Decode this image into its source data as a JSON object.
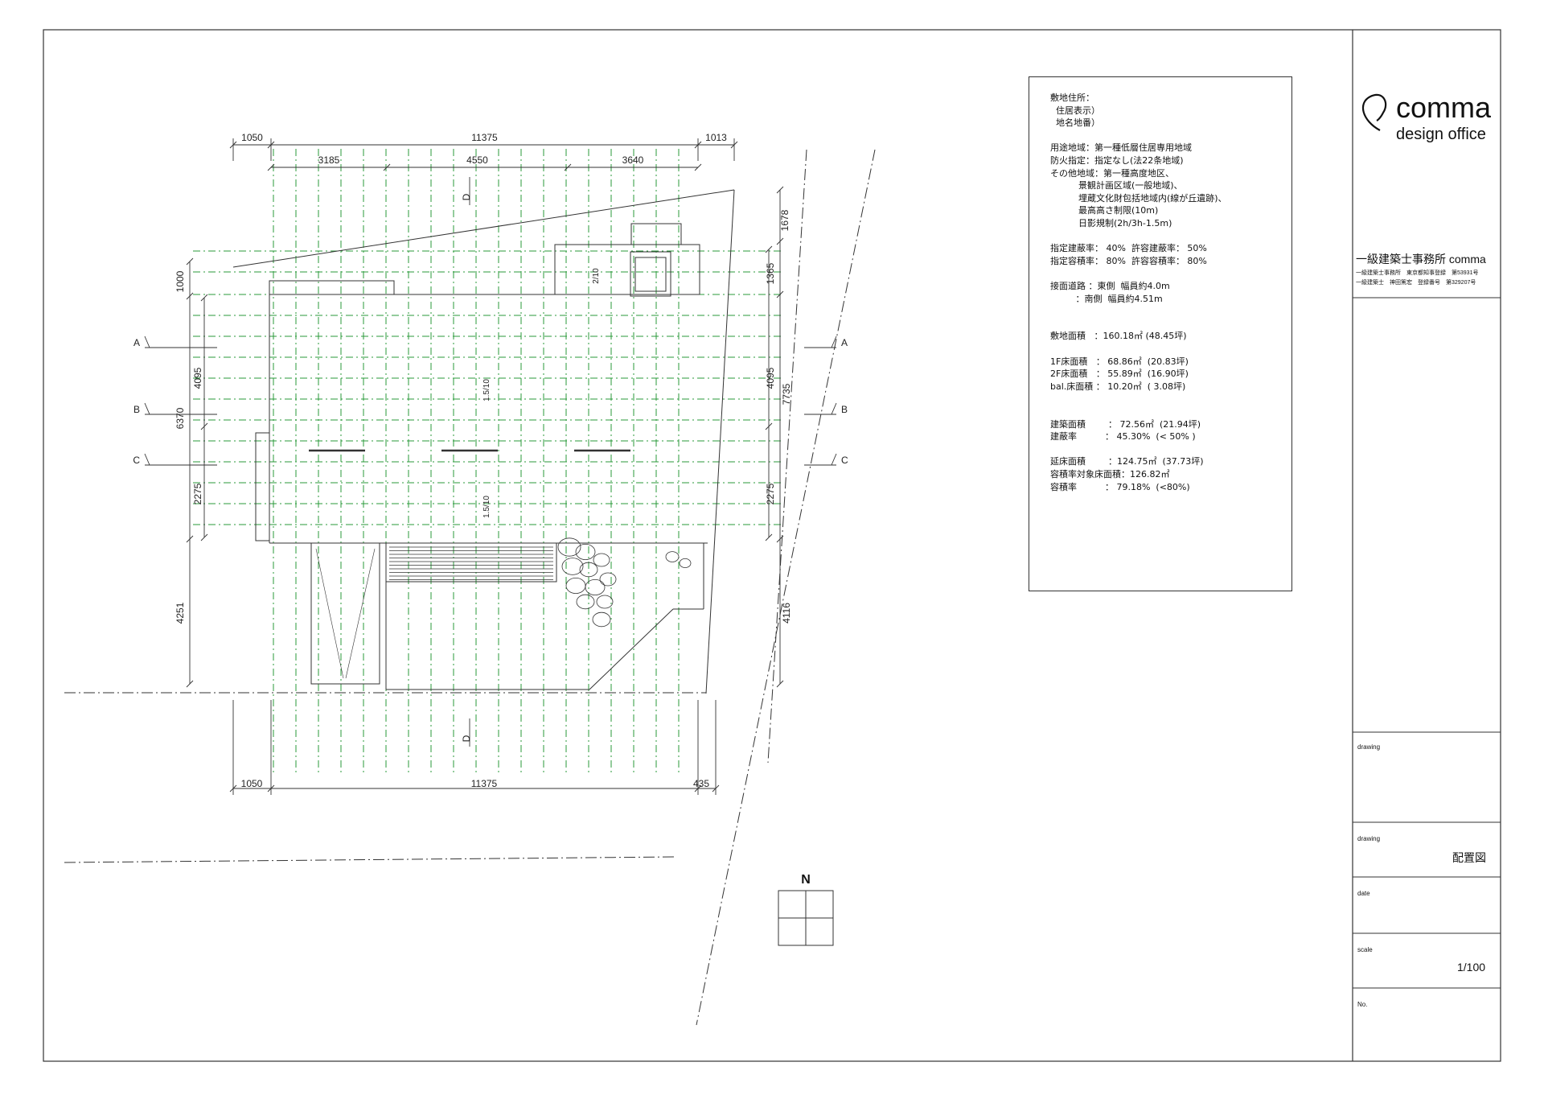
{
  "drawing": {
    "top_dimensions": [
      "1050",
      "11375",
      "1013"
    ],
    "top_grid_dimensions": [
      "3185",
      "4550",
      "3640"
    ],
    "bottom_dimensions": [
      "1050",
      "11375",
      "435"
    ],
    "left_dimensions": [
      "1000",
      "4095",
      "6370",
      "2275",
      "4251"
    ],
    "right_dimensions": [
      "1678",
      "1365",
      "4095",
      "7735",
      "2275",
      "4116"
    ],
    "section_markers": [
      "A",
      "B",
      "C"
    ],
    "section_d_marker": "D",
    "roof_slopes": [
      "1.5/10",
      "1.5/10",
      "2/10"
    ],
    "north_label": "N"
  },
  "site_info": {
    "lines": [
      "敷地住所：",
      "  住居表示）",
      "  地名地番）",
      "",
      "用途地域：第一種低層住居専用地域",
      "防火指定：指定なし(法22条地域)",
      "その他地域：第一種高度地区、",
      "          景観計画区域(一般地域)、",
      "          埋蔵文化財包括地域内(線が丘遺跡)、",
      "          最高高さ制限(10m)",
      "          日影規制(2h/3h-1.5m)",
      "",
      "指定建蔽率： 40%  許容建蔽率： 50%",
      "指定容積率： 80%  許容容積率： 80%",
      "",
      "接面道路 ：東側  幅員約4.0m",
      "         ：南側  幅員約4.51m",
      "",
      "",
      "敷地面積   ：160.18㎡ (48.45坪)",
      "",
      "1F床面積   ： 68.86㎡  (20.83坪)",
      "2F床面積   ： 55.89㎡  (16.90坪)",
      "bal.床面積 ： 10.20㎡  ( 3.08坪)",
      "",
      "",
      "建築面積        ： 72.56㎡  (21.94坪)",
      "建蔽率          ： 45.30%  (< 50% )",
      "",
      "延床面積        ：124.75㎡  (37.73坪)",
      "容積率対象床面積：126.82㎡",
      "容積率          ： 79.18%  (<80%)"
    ]
  },
  "title_block": {
    "logo_line1": "comma",
    "logo_line2": "design office",
    "office_name": "一級建築士事務所 comma",
    "registration_1": "一級建築士事務所　東京都知事登録　第53931号",
    "registration_2": "一級建築士　神田篤宏　登録番号　第329207号",
    "fields": [
      {
        "label": "drawing",
        "value": ""
      },
      {
        "label": "drawing",
        "value": "配置図"
      },
      {
        "label": "date",
        "value": ""
      },
      {
        "label": "scale",
        "value": "1/100"
      },
      {
        "label": "No.",
        "value": ""
      }
    ]
  },
  "colors": {
    "line": "#222222",
    "grid_green": "#2a9a3a",
    "paper": "#ffffff"
  }
}
